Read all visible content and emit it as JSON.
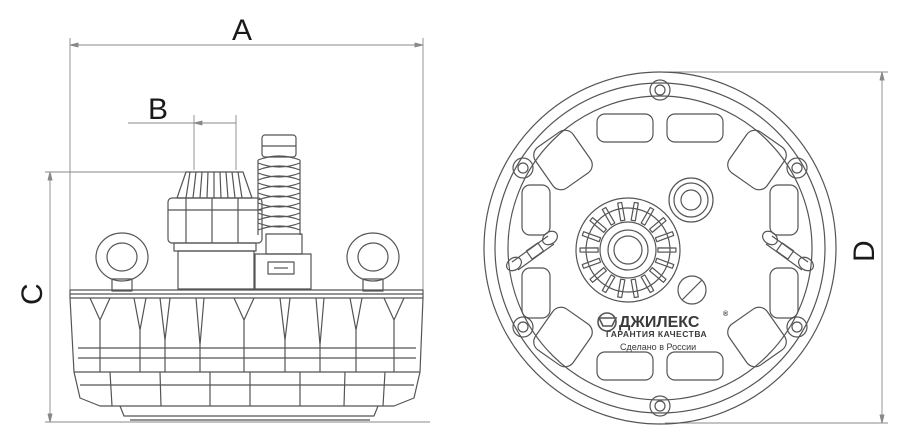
{
  "dimensions": {
    "a": "A",
    "b": "B",
    "c": "C",
    "d": "D"
  },
  "logo": {
    "brand": "ДЖИЛЕКС",
    "tagline": "ГАРАНТИЯ КАЧЕСТВА",
    "made_in": "Сделано в России",
    "registered_mark": "®"
  },
  "colors": {
    "line": "#555555",
    "dimension_line": "#888888",
    "text": "#1a1a1a"
  }
}
